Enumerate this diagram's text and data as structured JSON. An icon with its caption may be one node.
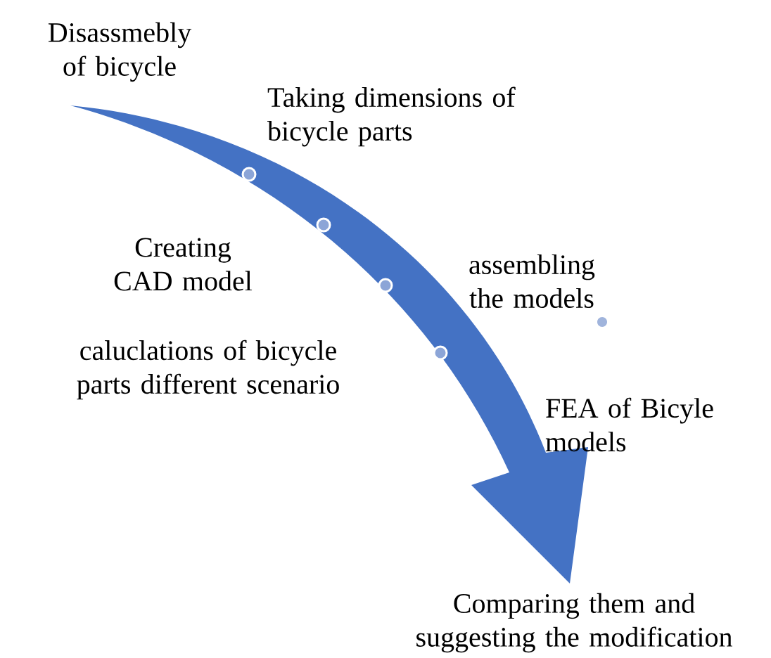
{
  "diagram": {
    "labels": [
      "Disassmebly of bicycle",
      "Taking dimensions of bicycle parts",
      "Creating CAD model",
      "assembling the models",
      "caluclations of bicycle parts different scenario",
      "FEA of Bicyle models",
      "Comparing them and suggesting the modification"
    ]
  }
}
